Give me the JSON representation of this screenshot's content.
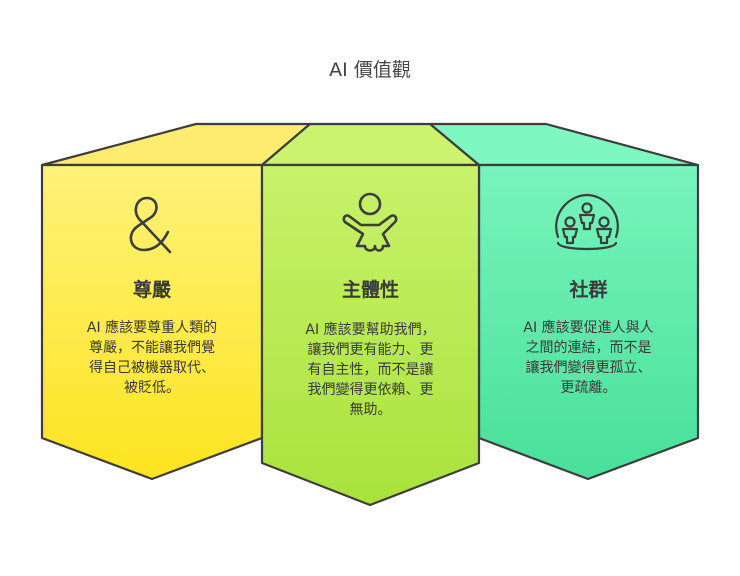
{
  "title": "AI 價值觀",
  "colors": {
    "stroke": "#3d3d3d",
    "yellow_top": "#fdec6f",
    "yellow_front": "#fde535",
    "green_top": "#cbf36e",
    "green_front": "#b2e646",
    "teal_top": "#7ff7c0",
    "teal_front": "#52e3a0"
  },
  "columns": [
    {
      "icon": "ampersand-icon",
      "heading": "尊嚴",
      "lines": [
        "AI 應該要尊重人類的",
        "尊嚴，不能讓我們覺",
        "得自己被機器取代、",
        "被貶低。"
      ]
    },
    {
      "icon": "child-arms-up-icon",
      "heading": "主體性",
      "lines": [
        "AI 應該要幫助我們，",
        "讓我們更有能力、更",
        "有自主性，而不是讓",
        "我們變得更依賴、更",
        "無助。"
      ]
    },
    {
      "icon": "community-group-icon",
      "heading": "社群",
      "lines": [
        "AI 應該要促進人與人",
        "之間的連結，而不是",
        "讓我們變得更孤立、",
        "更疏離。"
      ]
    }
  ]
}
